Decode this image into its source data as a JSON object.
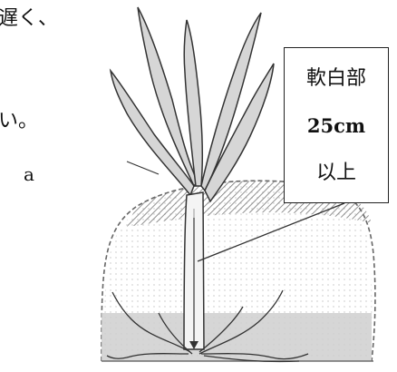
{
  "text_fragments": {
    "top": "遅く、",
    "middle": "い。",
    "marker": "a"
  },
  "label": {
    "line1": "軟白部",
    "line2": "25cm",
    "line3": "以上"
  },
  "colors": {
    "leaf_fill": "#d6d6d6",
    "outline": "#333333",
    "soil_band": "#cfcfcf",
    "hatch": "#777777"
  }
}
